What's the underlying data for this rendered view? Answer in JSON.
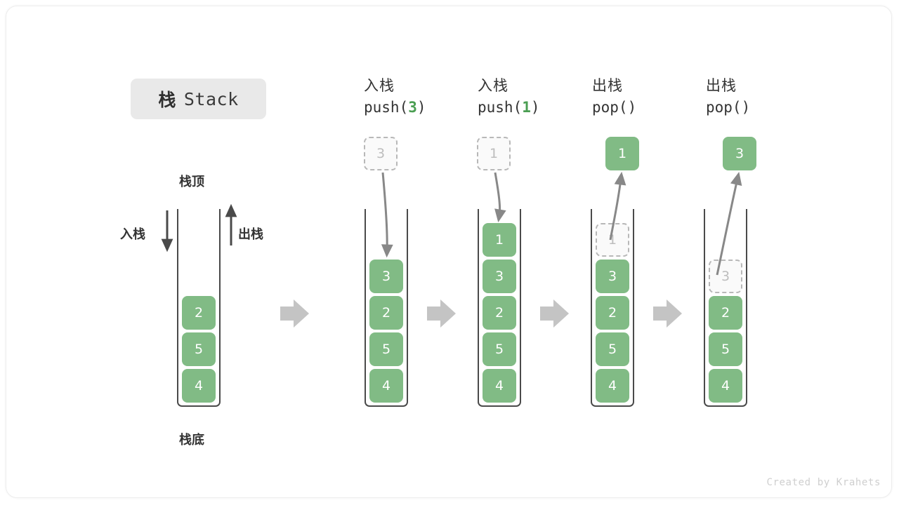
{
  "title": {
    "cn": "栈",
    "en": "Stack"
  },
  "labels": {
    "top": "栈顶",
    "bottom": "栈底",
    "push_side": "入栈",
    "pop_side": "出栈"
  },
  "watermark": "Created by Krahets",
  "colors": {
    "element_green": "#81bb85",
    "accent_green": "#4a9e52",
    "ghost_gray": "#bdbdbd",
    "border_dark": "#4a4a4a",
    "arrow_gray": "#888888",
    "flow_arrow": "#c4c4c4",
    "title_bg": "#e9e9e9"
  },
  "columns": [
    {
      "id": "initial",
      "heading_cn": "",
      "heading_code": "",
      "stack": [
        "2",
        "5",
        "4"
      ],
      "ghost_index": -1,
      "float_box": null
    },
    {
      "id": "push-3",
      "heading_cn": "入栈",
      "heading_code_prefix": "push(",
      "heading_code_arg": "3",
      "heading_code_suffix": ")",
      "stack": [
        "3",
        "2",
        "5",
        "4"
      ],
      "ghost_index": -1,
      "float_box": {
        "value": "3",
        "style": "ghost"
      }
    },
    {
      "id": "push-1",
      "heading_cn": "入栈",
      "heading_code_prefix": "push(",
      "heading_code_arg": "1",
      "heading_code_suffix": ")",
      "stack": [
        "1",
        "3",
        "2",
        "5",
        "4"
      ],
      "ghost_index": -1,
      "float_box": {
        "value": "1",
        "style": "ghost"
      }
    },
    {
      "id": "pop-1",
      "heading_cn": "出栈",
      "heading_code_prefix": "pop(",
      "heading_code_arg": "",
      "heading_code_suffix": ")",
      "stack": [
        "1",
        "3",
        "2",
        "5",
        "4"
      ],
      "ghost_index": 0,
      "float_box": {
        "value": "1",
        "style": "filled"
      }
    },
    {
      "id": "pop-3",
      "heading_cn": "出栈",
      "heading_code_prefix": "pop(",
      "heading_code_arg": "",
      "heading_code_suffix": ")",
      "stack": [
        "3",
        "2",
        "5",
        "4"
      ],
      "ghost_index": 0,
      "float_box": {
        "value": "3",
        "style": "filled"
      }
    }
  ],
  "flow_arrows": 4
}
